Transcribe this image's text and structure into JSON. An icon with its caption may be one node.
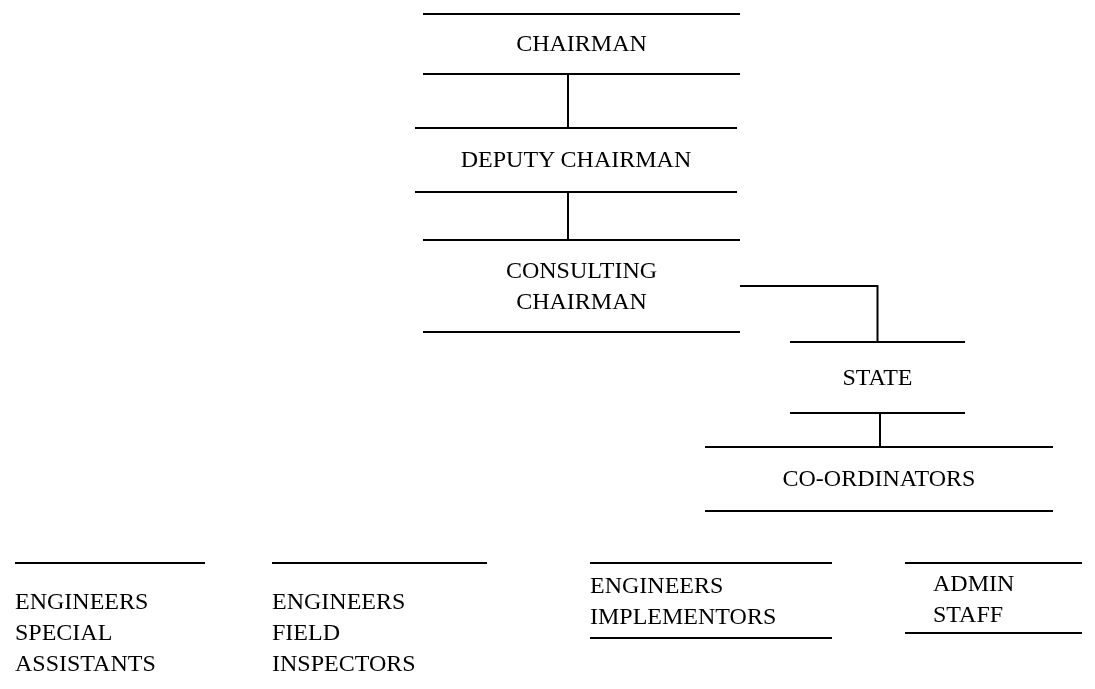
{
  "diagram": {
    "nodes": [
      {
        "text": [
          "CHAIRMAN"
        ]
      },
      {
        "text": [
          "DEPUTY CHAIRMAN"
        ]
      },
      {
        "text": [
          "CONSULTING CHAIRMAN"
        ]
      },
      {
        "text": [
          "STATE"
        ]
      },
      {
        "text": [
          "CO-ORDINATORS"
        ]
      },
      {
        "text": [
          "ENGINEERS SPECIAL ASSISTANTS"
        ]
      },
      {
        "text": [
          "ENGINEERS FIELD INSPECTORS"
        ]
      },
      {
        "text": [
          "ENGINEERS IMPLEMENTORS"
        ]
      },
      {
        "text": [
          "ADMIN STAFF"
        ]
      }
    ],
    "edges": [
      {
        "from": 0,
        "to": 1,
        "arrow": "none"
      },
      {
        "from": 1,
        "to": 2,
        "arrow": "none"
      },
      {
        "from": 2,
        "to": 3,
        "arrow": "none"
      },
      {
        "from": 3,
        "to": 4,
        "arrow": "none"
      }
    ]
  }
}
